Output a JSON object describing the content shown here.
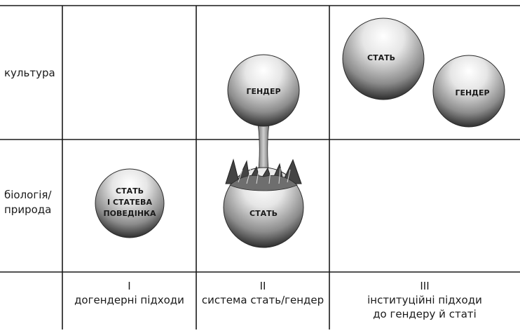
{
  "rows": {
    "culture": "культура",
    "biology_line1": "біологія/",
    "biology_line2": "природа"
  },
  "columns": [
    {
      "numeral": "I",
      "caption_line1": "догендерні підходи",
      "caption_line2": ""
    },
    {
      "numeral": "II",
      "caption_line1": "система стать/гендер",
      "caption_line2": ""
    },
    {
      "numeral": "III",
      "caption_line1": "інституційні підходи",
      "caption_line2": "до гендеру й статі"
    }
  ],
  "spheres": {
    "col1_biology_line1": "СТАТЬ",
    "col1_biology_line2": "І СТАТЕВА",
    "col1_biology_line3": "ПОВЕДІНКА",
    "col2_culture": "ГЕНДЕР",
    "col2_biology": "СТАТЬ",
    "col3_culture_left": "СТАТЬ",
    "col3_culture_right": "ГЕНДЕР"
  },
  "colors": {
    "grid_line": "#1a1a1a",
    "sphere_light": "#ffffff",
    "sphere_dark": "#3a3a3a",
    "text": "#1a1a1a"
  }
}
